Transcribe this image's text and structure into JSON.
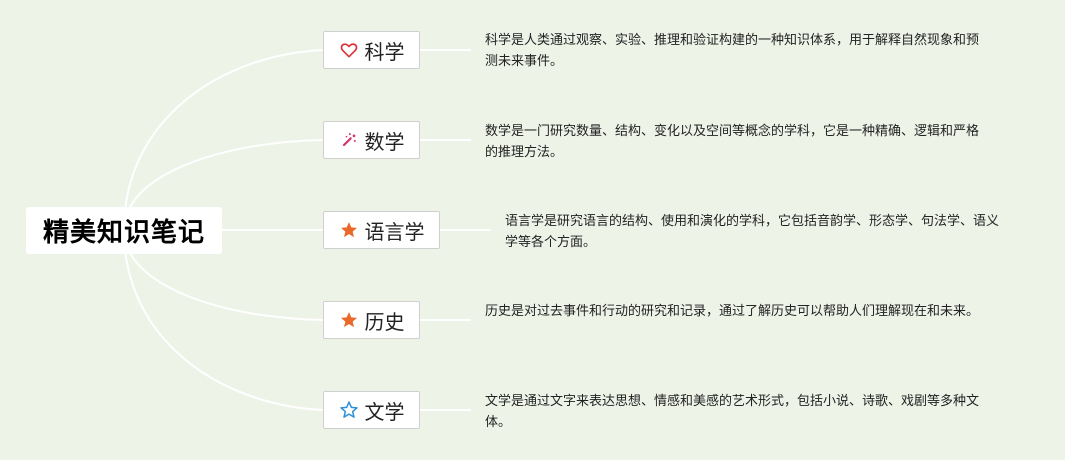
{
  "root": {
    "title": "精美知识笔记"
  },
  "branches": [
    {
      "label": "科学",
      "icon": "heart-outline-icon",
      "icon_color": "#d9333a",
      "description": "科学是人类通过观察、实验、推理和验证构建的一种知识体系，用于解释自然现象和预测未来事件。"
    },
    {
      "label": "数学",
      "icon": "magic-wand-sparkle-icon",
      "icon_color": "#d6336c",
      "description": "数学是一门研究数量、结构、变化以及空间等概念的学科，它是一种精确、逻辑和严格的推理方法。"
    },
    {
      "label": "语言学",
      "icon": "star-filled-icon",
      "icon_color": "#e8692a",
      "description": "语言学是研究语言的结构、使用和演化的学科，它包括音韵学、形态学、句法学、语义学等各个方面。"
    },
    {
      "label": "历史",
      "icon": "star-filled-icon",
      "icon_color": "#e8692a",
      "description": "历史是对过去事件和行动的研究和记录，通过了解历史可以帮助人们理解现在和未来。"
    },
    {
      "label": "文学",
      "icon": "star-outline-icon",
      "icon_color": "#2f8fd6",
      "description": "文学是通过文字来表达思想、情感和美感的艺术形式，包括小说、诗歌、戏剧等多种文体。"
    }
  ],
  "colors": {
    "background": "#eef3e8",
    "connector": "#ffffff"
  }
}
